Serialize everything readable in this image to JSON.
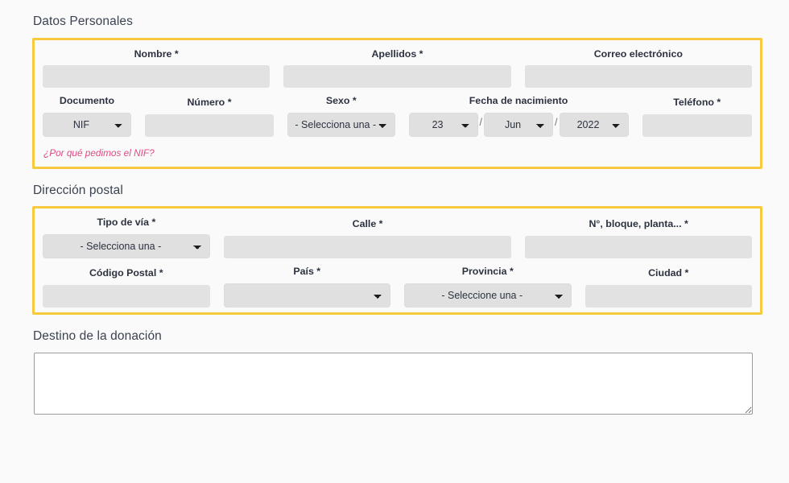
{
  "sections": {
    "personal": {
      "title": "Datos Personales",
      "fields": {
        "nombre": {
          "label": "Nombre *",
          "value": ""
        },
        "apellidos": {
          "label": "Apellidos *",
          "value": ""
        },
        "correo": {
          "label": "Correo electrónico",
          "value": ""
        },
        "documento": {
          "label": "Documento",
          "value": "NIF"
        },
        "numero": {
          "label": "Número *",
          "value": ""
        },
        "sexo": {
          "label": "Sexo *",
          "value": "- Selecciona una -"
        },
        "fecha_nacimiento": {
          "label": "Fecha de nacimiento",
          "day": "23",
          "month": "Jun",
          "year": "2022",
          "separator": "/"
        },
        "telefono": {
          "label": "Teléfono *",
          "value": ""
        }
      },
      "nif_link": "¿Por qué pedimos el NIF?"
    },
    "direccion": {
      "title": "Dirección postal",
      "fields": {
        "tipo_via": {
          "label": "Tipo de vía *",
          "value": "- Selecciona una -"
        },
        "calle": {
          "label": "Calle *",
          "value": ""
        },
        "num_bloque": {
          "label": "N°, bloque, planta... *",
          "value": ""
        },
        "codigo_postal": {
          "label": "Código Postal *",
          "value": ""
        },
        "pais": {
          "label": "País *",
          "value": ""
        },
        "provincia": {
          "label": "Provincia *",
          "value": "- Seleccione una -"
        },
        "ciudad": {
          "label": "Ciudad *",
          "value": ""
        }
      }
    },
    "destino": {
      "title": "Destino de la donación",
      "textarea": {
        "value": "",
        "placeholder": ""
      }
    }
  },
  "colors": {
    "highlight_border": "#f7ca3e",
    "field_background": "#e2e2e2",
    "link_pink": "#e04a84",
    "page_background": "#fafafa",
    "text": "#2c3240"
  },
  "icons": {
    "select_chevron": "chevron-down-icon",
    "resize_grip": "resize-handle-icon"
  }
}
